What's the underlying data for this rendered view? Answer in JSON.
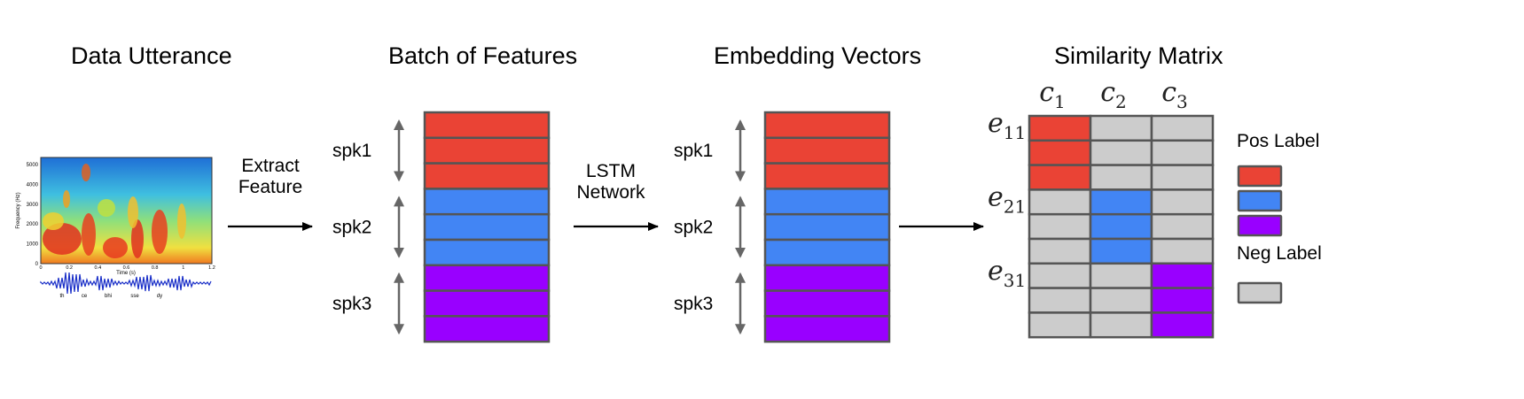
{
  "titles": {
    "utterance": "Data Utterance",
    "features": "Batch of Features",
    "embeddings": "Embedding Vectors",
    "similarity": "Similarity Matrix"
  },
  "arrows": {
    "extract_line1": "Extract",
    "extract_line2": "Feature",
    "lstm_line1": "LSTM",
    "lstm_line2": "Network"
  },
  "speakers": [
    "spk1",
    "spk2",
    "spk3"
  ],
  "colors": {
    "spk1": "#ea4335",
    "spk2": "#4285f4",
    "spk3": "#9900ff",
    "neg": "#cccccc",
    "border": "#555555"
  },
  "matrix": {
    "col_labels": [
      {
        "base": "c",
        "sub": "1"
      },
      {
        "base": "c",
        "sub": "2"
      },
      {
        "base": "c",
        "sub": "3"
      }
    ],
    "row_labels": [
      {
        "base": "e",
        "sub": "11"
      },
      {
        "base": "e",
        "sub": "21"
      },
      {
        "base": "e",
        "sub": "31"
      }
    ],
    "positive_column_by_speaker": [
      0,
      1,
      2
    ],
    "utterances_per_speaker": 3
  },
  "legend": {
    "pos_label": "Pos Label",
    "neg_label": "Neg Label"
  },
  "spectrogram": {
    "y_ticks": [
      "5000",
      "4000",
      "3000",
      "2000",
      "1000",
      "0"
    ],
    "x_ticks": [
      "0",
      "0.2",
      "0.4",
      "0.6",
      "0.8",
      "1",
      "1.2"
    ],
    "x_label": "Time (s)",
    "y_label": "Frequency (Hz)",
    "phonemes": [
      "th",
      "ce",
      "bhi",
      "sse",
      "dy"
    ]
  }
}
